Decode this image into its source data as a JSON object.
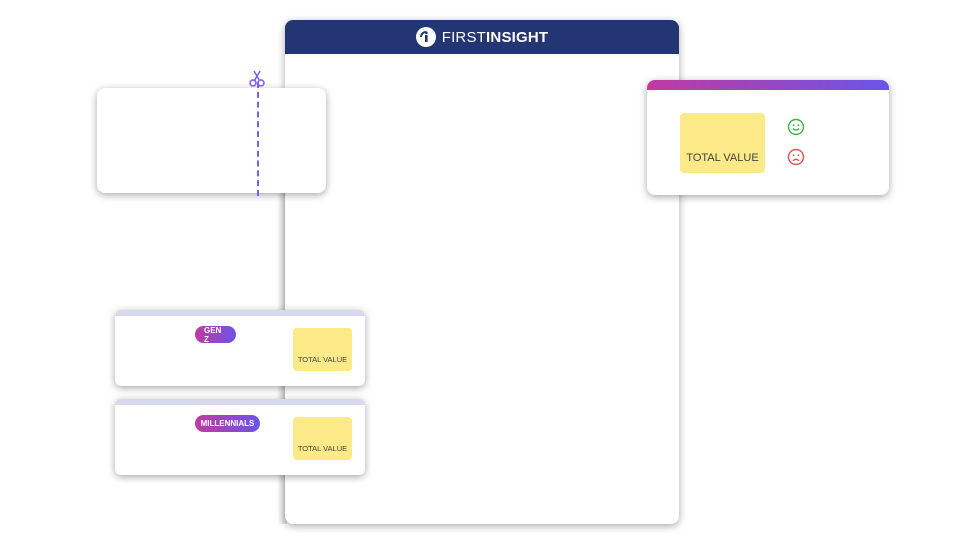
{
  "main_panel": {
    "logo": {
      "text_regular": "FIRST",
      "text_bold": "INSIGHT",
      "icon": "first-insight-logo-icon"
    }
  },
  "cut_card": {
    "icon": "scissors-icon"
  },
  "right_card": {
    "sticky_label": "TOTAL VALUE",
    "icons": [
      "happy-face-icon",
      "sad-face-icon"
    ],
    "colors": {
      "gradient_start": "#c13aa0",
      "gradient_end": "#6a55e8",
      "happy": "#3cb043",
      "sad": "#d9534f"
    }
  },
  "segments": [
    {
      "pill_label": "GEN Z",
      "sticky_label": "TOTAL VALUE"
    },
    {
      "pill_label": "MILLENNIALS",
      "sticky_label": "TOTAL VALUE"
    }
  ],
  "colors": {
    "header_navy": "#233572",
    "sticky_yellow": "#fce987",
    "cut_line": "#7b5cf0"
  }
}
